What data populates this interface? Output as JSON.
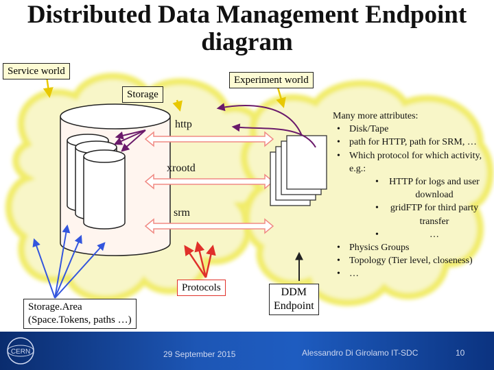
{
  "title": "Distributed Data Management Endpoint diagram",
  "labels": {
    "service_world": "Service world",
    "experiment_world": "Experiment world",
    "storage": "Storage",
    "http": "http",
    "xrootd": "xrootd",
    "srm": "srm",
    "protocols": "Protocols",
    "ddm_endpoint_line1": "DDM",
    "ddm_endpoint_line2": "Endpoint",
    "storage_area_line1": "Storage.Area",
    "storage_area_line2": "(Space.Tokens, paths …)"
  },
  "notes": {
    "heading": "Many more attributes:",
    "items": {
      "disk_tape": "Disk/Tape",
      "paths": "path for HTTP, path for SRM, …",
      "which_protocol": "Which protocol for which activity, e.g.:",
      "sub_http": "HTTP for logs and user download",
      "sub_gridftp": "gridFTP for third party transfer",
      "sub_more": "…",
      "physics_groups": "Physics Groups",
      "topology": "Topology (Tier level, closeness)",
      "more": "…"
    }
  },
  "footer": {
    "date": "29 September 2015",
    "author": "Alessandro Di Girolamo IT-SDC",
    "page": "10",
    "logo_text": "CERN"
  },
  "colors": {
    "cloud_yellow": "#f3ef7a",
    "arrow_red": "#e0302a",
    "arrow_blue": "#3355dd",
    "arrow_purple": "#6a1a6a",
    "footer_blue": "#1d56b5"
  }
}
